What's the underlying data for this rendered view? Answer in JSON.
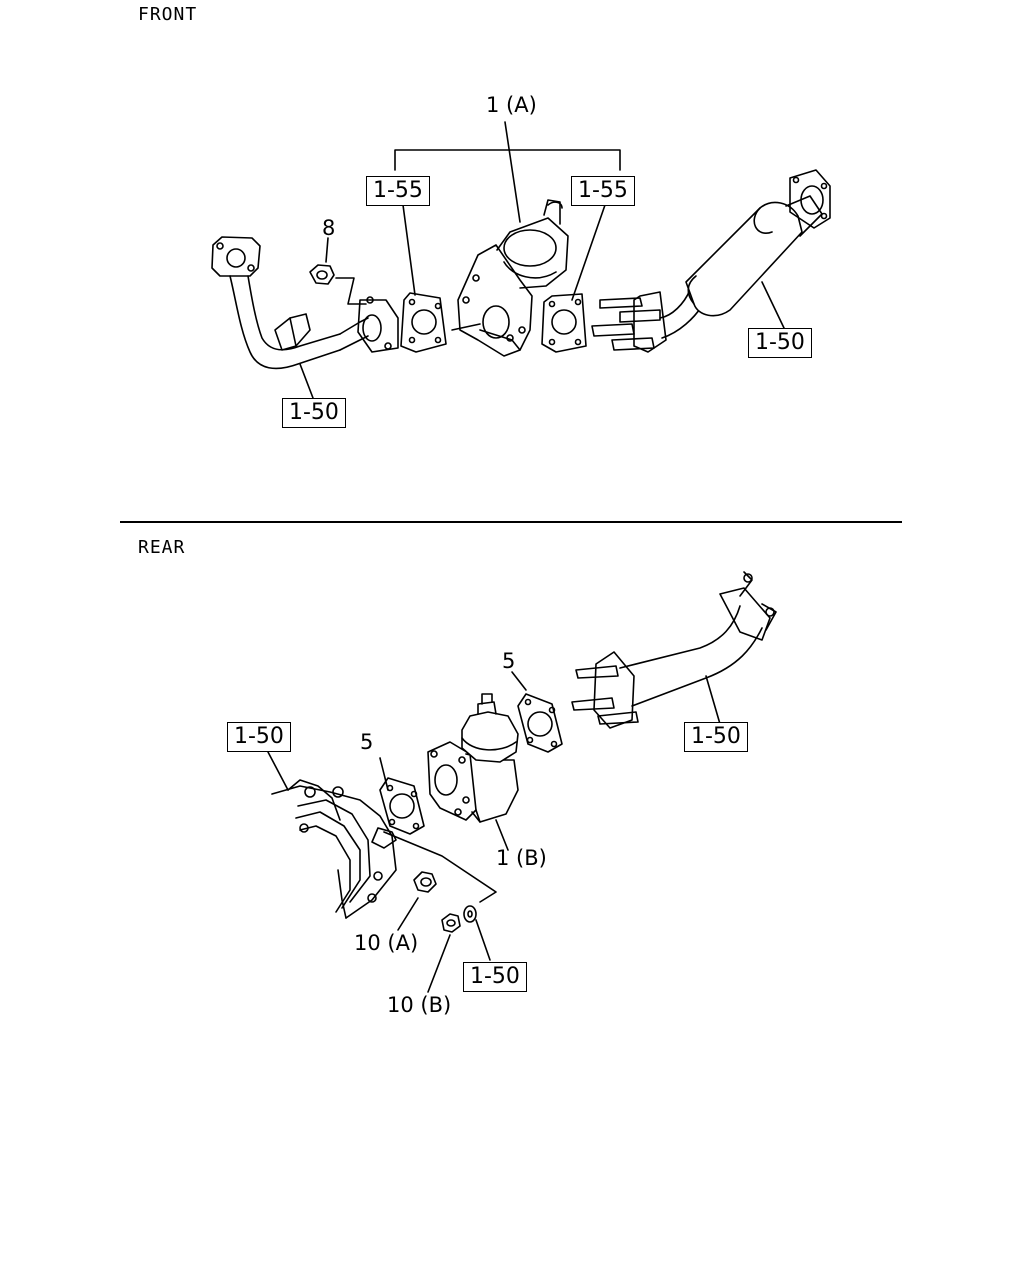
{
  "sections": {
    "front": "FRONT",
    "rear": "REAR"
  },
  "front": {
    "callouts": {
      "part_1a": "1 (A)",
      "part_8": "8"
    },
    "refs": {
      "ref_1_55_left": "1-55",
      "ref_1_55_right": "1-55",
      "ref_1_50_left": "1-50",
      "ref_1_50_right": "1-50"
    }
  },
  "rear": {
    "callouts": {
      "part_5_upper": "5",
      "part_5_lower": "5",
      "part_1b": "1 (B)",
      "part_10a": "10 (A)",
      "part_10b": "10 (B)"
    },
    "refs": {
      "ref_1_50_left": "1-50",
      "ref_1_50_right": "1-50",
      "ref_1_50_bottom": "1-50"
    }
  }
}
